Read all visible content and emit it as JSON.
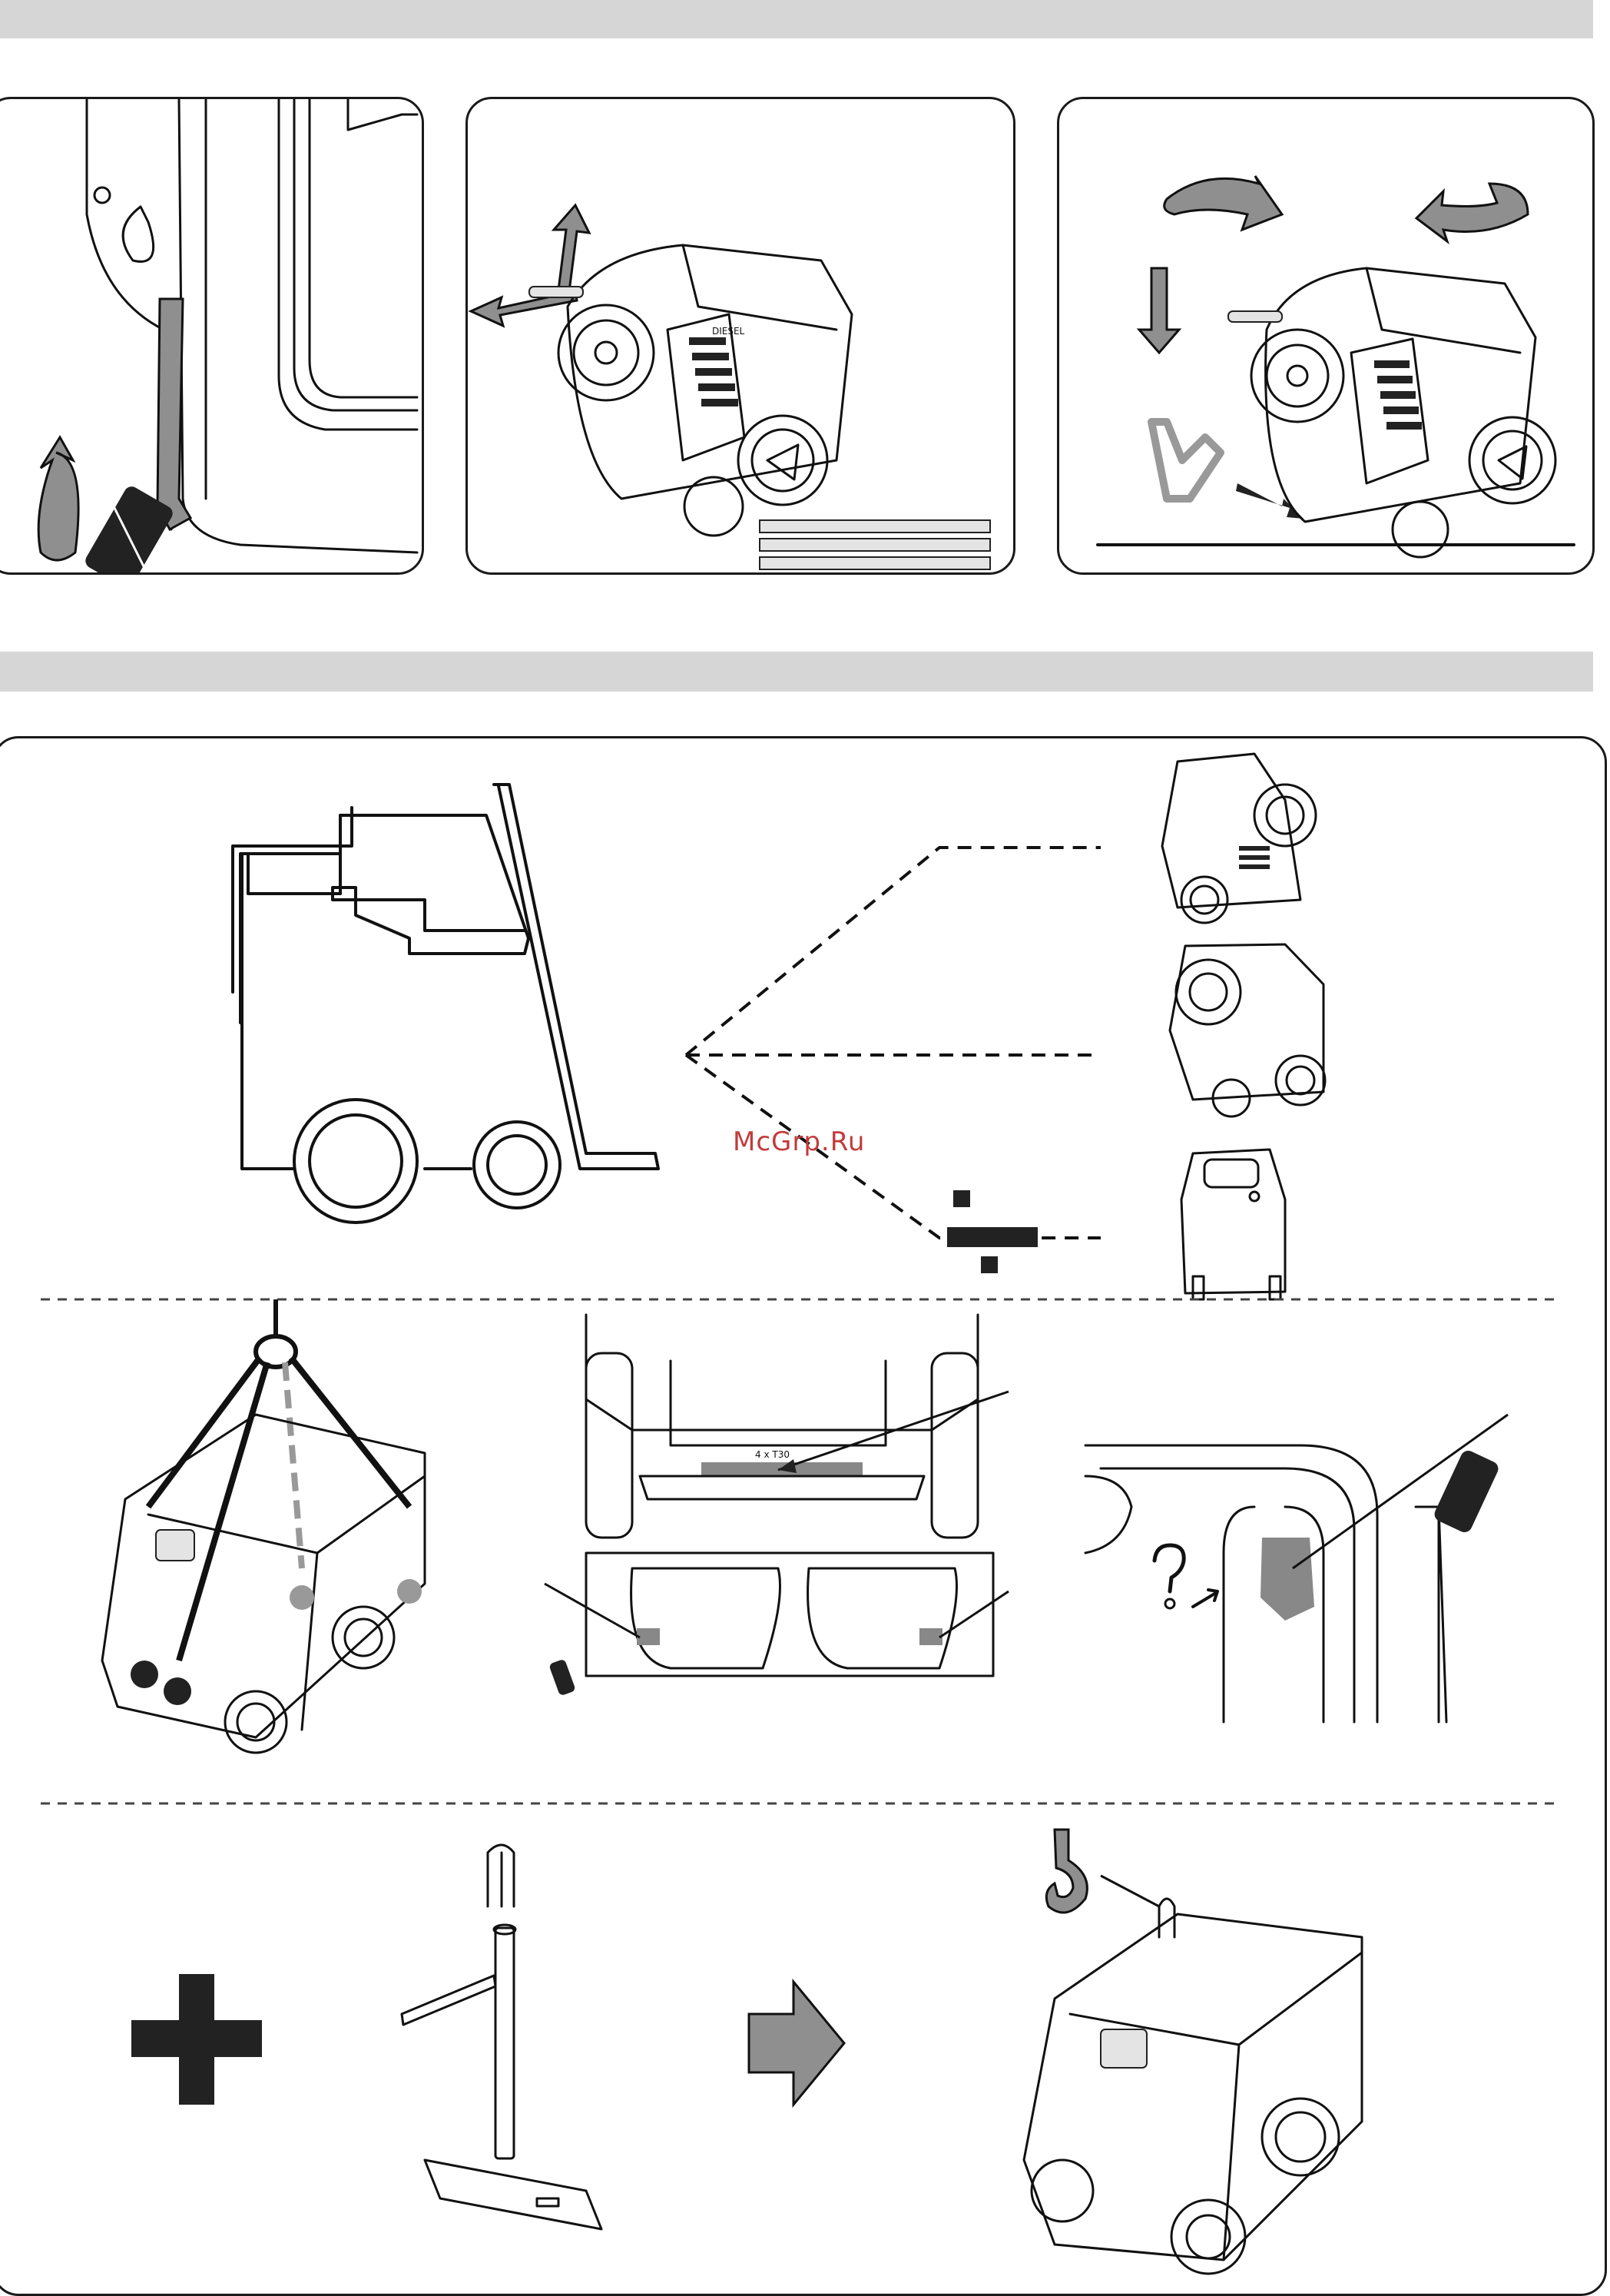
{
  "header_bands": [
    {
      "id": "band-top"
    },
    {
      "id": "band-middle"
    }
  ],
  "decal_text": "4 x T30",
  "machine_label": "DIESEL",
  "watermark": "McGrp.Ru",
  "icons": {
    "rotate_up": "curved-arrow-icon",
    "arrow_up": "arrow-up-icon",
    "arrow_left": "arrow-left-icon",
    "arrow_down": "arrow-down-icon",
    "rotate_pair": "rotation-arrows-icon",
    "foot": "foot-icon",
    "forklift": "forklift-icon",
    "hook": "crane-hook-icon",
    "plus": "plus-icon",
    "arrow_right": "arrow-right-icon",
    "question_hook": "hook-question-icon",
    "not_allowed": "divide-sign-icon"
  },
  "colors": {
    "band": "#d6d6d6",
    "line": "#111111",
    "fill_grey": "#8f8f8f",
    "watermark": "#c23b3b"
  }
}
